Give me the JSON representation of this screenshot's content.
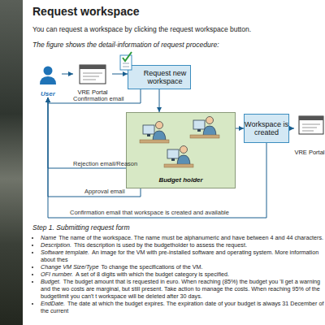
{
  "diagram": {
    "title": "Request workspace",
    "nodes": [
      {
        "text": [
          "User"
        ]
      },
      {
        "text": [
          "VRE Portal"
        ]
      },
      {
        "text": [
          "Request new workspace"
        ]
      },
      {
        "text": [
          "Budget holder"
        ]
      },
      {
        "text": [
          "Workspace is created"
        ]
      },
      {
        "text": [
          "VRE Portal"
        ]
      }
    ],
    "edges": [
      {
        "from": 0,
        "to": 1,
        "arrow": "to"
      },
      {
        "from": 1,
        "to": 2,
        "arrow": "to"
      },
      {
        "from": 2,
        "to": 3,
        "arrow": "to"
      },
      {
        "from": 3,
        "to": 4,
        "arrow": "to"
      },
      {
        "from": 4,
        "to": 5,
        "arrow": "to"
      },
      {
        "from": 2,
        "to": 0,
        "label": "Confirmation email",
        "arrow": "to"
      },
      {
        "from": 3,
        "to": 0,
        "label": "Rejection email/Reason",
        "arrow": "to"
      },
      {
        "from": 3,
        "to": 0,
        "label": "Approval email",
        "arrow": "to"
      },
      {
        "from": 4,
        "to": 0,
        "label": "Confirmation email that workspace is created and available",
        "arrow": "to"
      }
    ],
    "labels": [
      "You can request a workspace by clicking the request workspace button.",
      "The figure shows the detail-information of request procedure:",
      "Step 1. Submitting request form",
      "Name",
      "The name of the workspace. The name must be alphanumeric and have between 4 and 44 characters.",
      "Description.",
      "This description is used by the budgetholder to assess the request.",
      "Software template.",
      "An image for the VM with pre-installed software and operating system. More information about thes",
      "Change VM Size/Type",
      "To change the specifications of the VM.",
      "OFI number.",
      "A set of 8 digits with which the budget category is specified.",
      "Budget.",
      "The budget amount that is requested in euro. When reaching (85%) the budget you 'll get a warning and the wo costs are marginal, but still present. Take action to manage the costs. When reaching 95% of the budgetlimit you can't t workspace will be deleted after 30 days.",
      "EndDate.",
      "The date at which the budget expires. The expiration date of your budget is always 31 December of the current"
    ]
  }
}
